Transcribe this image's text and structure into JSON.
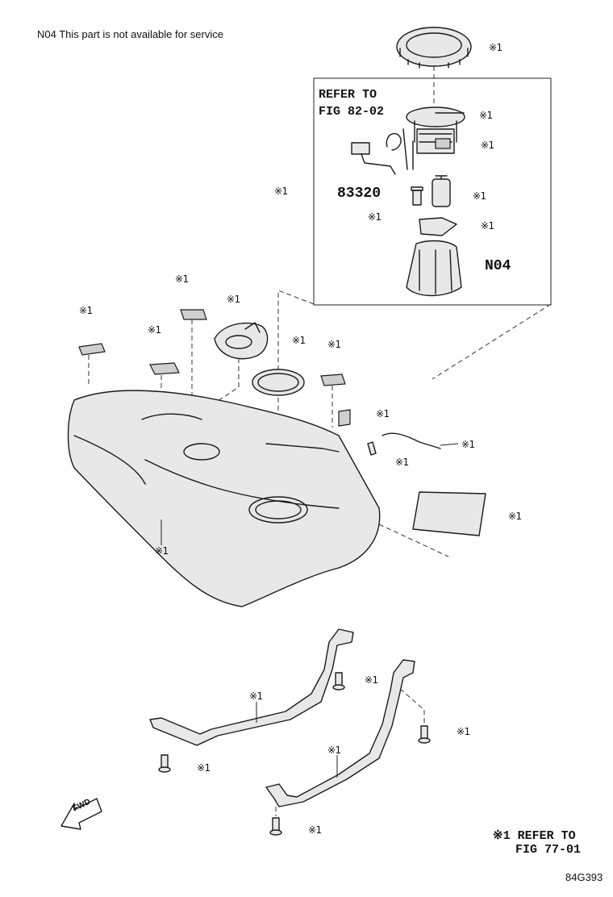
{
  "header": {
    "note": "N04 This part is not available for service"
  },
  "callouts": {
    "ring": "※1",
    "pump_arrow": "※1",
    "pump_body": "※1",
    "assembly": "※1",
    "filter": "※1",
    "regulator": "※1",
    "plate": "※1",
    "pad_a": "※1",
    "pad_b": "※1",
    "pad_c": "※1",
    "cover": "※1",
    "gasket": "※1",
    "pad_d": "※1",
    "pad_e": "※1",
    "hose": "※1",
    "clip": "※1",
    "sheet": "※1",
    "tank": "※1",
    "bolt_a": "※1",
    "band_a": "※1",
    "bolt_b": "※1",
    "bolt_c": "※1",
    "band_b": "※1",
    "bolt_d": "※1"
  },
  "refer_box": {
    "line1": "REFER TO",
    "line2": "FIG 82-02"
  },
  "part_codes": {
    "gauge": "83320",
    "n04": "N04"
  },
  "footer": {
    "legend_line1": "※1 REFER TO",
    "legend_line2": "FIG 77-01",
    "diagram_id": "84G393"
  },
  "fwd_label": "FWD"
}
